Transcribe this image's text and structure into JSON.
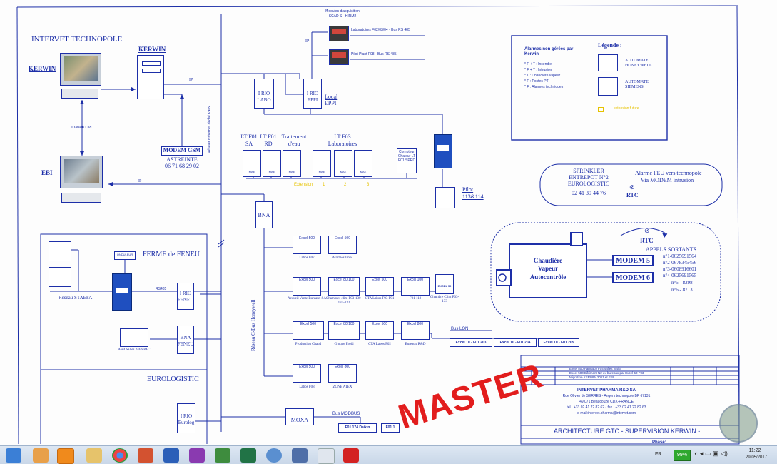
{
  "diagram": {
    "site_title": "INTERVET TECHNOPOLE",
    "kerwin_station": "KERWIN",
    "kerwin_server": "KERWIN",
    "liaison": "Liaison OPC",
    "ebi": "EBI",
    "ip_top": "IP",
    "ip_bottom": "IP",
    "ip_modules": "IP",
    "vpn": "Réseau Ethernet dédié VPN",
    "modem_gsm": "MODEM GSM",
    "astreinte": "ASTREINTE",
    "astreinte_phone": "06 71 68 29 02",
    "modules_title_1": "Modules d'acquisition",
    "modules_title_2": "SCAD S - HIRM2",
    "module_labo": "Laboratoires F02/03/04 - Bus RS 485",
    "module_pilot": "Pilot Plant F08 - Bus RS 485",
    "irio_labo_1": "I RIO",
    "irio_labo_2": "LABO",
    "irio_eppi_1": "I RIO",
    "irio_eppi_2": "EPPI",
    "local_eppi_1": "Local",
    "local_eppi_2": "EPPI",
    "lt_f01_sa_1": "LT F01",
    "lt_f01_sa_2": "SA",
    "lt_f01_rd_1": "LT F01",
    "lt_f01_rd_2": "RD",
    "traitement_1": "Traitement",
    "traitement_2": "d'eau",
    "lt_f03_1": "LT F03",
    "lt_f03_2": "Laboratoires",
    "compteur": "Compteur Chaleur LT F01 SPRD",
    "pilot_1": "Pilot",
    "pilot_2": "113&114",
    "panel_tag": "MAE",
    "yellow_1": "Extension",
    "yellow_2": "1",
    "yellow_3": "2",
    "yellow_4": "3",
    "bna": "BNA",
    "cbus": "Réseau C-Bus Honeywell",
    "ferme": "FERME de FENEU",
    "reseau_staefa": "Réseau STAEFA",
    "rs485": "RS485",
    "irio_feneu_1": "I RIO",
    "irio_feneu_2": "FENEU",
    "bna_feneu_1": "BNA",
    "bna_feneu_2": "FENEU",
    "ondulateur": "ONDULEUR",
    "pac": "AH4 Salles 2/4/6 PAC",
    "eurologistic": "EUROLOGISTIC",
    "irio_eurolog_1": "I RIO",
    "irio_eurolog_2": "Eurolog",
    "moxa": "MOXA",
    "bus_modbus": "Bus MODBUS",
    "f01_daikin": "F01 174 Daikin",
    "f01_short": "F01 1",
    "bus_lon": "Bus LON",
    "excel_f01_203": "Excel 10 - F01 203",
    "excel_f01_204": "Excel 10 - F01 204",
    "excel_f01_205": "Excel 10 - F01 205",
    "excel_labels": [
      "Labos F07",
      "Alarmes labos",
      "Accueil Vente Bureaux SA",
      "Chambres clim F03-130-131-132",
      "CTA Labos F03 F01",
      "F01 118",
      "Production Chaud",
      "Groupe Froid",
      "CTA Labos F02",
      "Bureaux R&D",
      "Labos F08",
      "ZONE ATEX"
    ],
    "excel_tags": [
      "Excel 500",
      "Excel 500",
      "Excel 500",
      "Excel 80/100",
      "Excel 500",
      "Excel 100",
      "Excel 500",
      "Excel 80/100",
      "Excel 500",
      "Excel 800",
      "Excel 500",
      "Excel 800"
    ],
    "chambre_clim": "Chambre Clim F03-133",
    "excel50": "EXCEL 50",
    "legend_box_title": "Alarmes non gérées par Kerwin",
    "legend_alarms": [
      "* F + T : Incendie",
      "* F + T : Intrusion",
      "* T : Chaudière vapeur",
      "* F : Postes PTI",
      "* F : Alarmes techniques"
    ],
    "legende": "Légende :",
    "legend_honeywell_1": "AUTOMATE",
    "legend_honeywell_2": "HONEYWELL",
    "legend_siemens_1": "AUTOMATE",
    "legend_siemens_2": "SIEMENS",
    "legend_yellow": "extension future",
    "sprinkler_1": "SPRINKLER",
    "sprinkler_2": "ENTREPOT N°2",
    "sprinkler_3": "EUROLOGISTIC",
    "sprinkler_phone": "02 41 39 44 76",
    "alarme_feu_1": "Alarme FEU vers technopole",
    "alarme_feu_2": "Via MODEM intrusion",
    "rtc": "RTC",
    "rtc2": "RTC",
    "appels": "APPELS SORTANTS",
    "appels_list": [
      "n°1-0625691564",
      "n°2-0678345456",
      "n°3-0608916601",
      "n°4-0625691565",
      "n°5 - 8298",
      "n°6 - 8713"
    ],
    "chaudiere_1": "Chaudière",
    "chaudiere_2": "Vapeur",
    "chaudiere_3": "Autocontrôle",
    "modem5": "MODEM 5",
    "modem6": "MODEM 6",
    "revisions": [
      "Excel 800 Farmaco F04 salles 2/4/6",
      "Excel 500 Bâtiment N2 ex bureaux par Excel 50 F03",
      "Migration KERWIN 2011 et EBI"
    ],
    "company": "INTERVET PHARMA R&D SA",
    "address_1": "Rue Olivier de SERRES - Angers technopole BP 67131",
    "address_2": "49 071 Beaucouzé CDX-FRANCE",
    "address_3": "tel : +33.02.41.22.82.62 - fax : +33.02.41.22.82.63",
    "address_4": "e-mail:intervet.pharma@intervet.com",
    "architecture": "ARCHITECTURE GTC - SUPERVISION KERWIN -",
    "phase": "Phase:",
    "master_stamp": "MASTER"
  },
  "taskbar": {
    "lang": "FR",
    "battery": "99%",
    "time": "11:22",
    "date": "29/05/2017",
    "apps": [
      "ie-icon",
      "media-player-icon",
      "outlook-icon",
      "explorer-icon",
      "chrome-icon",
      "powerpoint-icon",
      "word-icon",
      "onenote-icon",
      "project-icon",
      "excel-icon",
      "remote-desktop-icon",
      "network-icon",
      "java-icon",
      "acrobat-icon"
    ]
  },
  "colors": {
    "ink": "#1d2fa8",
    "siemens_blue": "#1f4fbf",
    "master_red": "#e21d1d",
    "battery_green": "#2fa82f"
  }
}
